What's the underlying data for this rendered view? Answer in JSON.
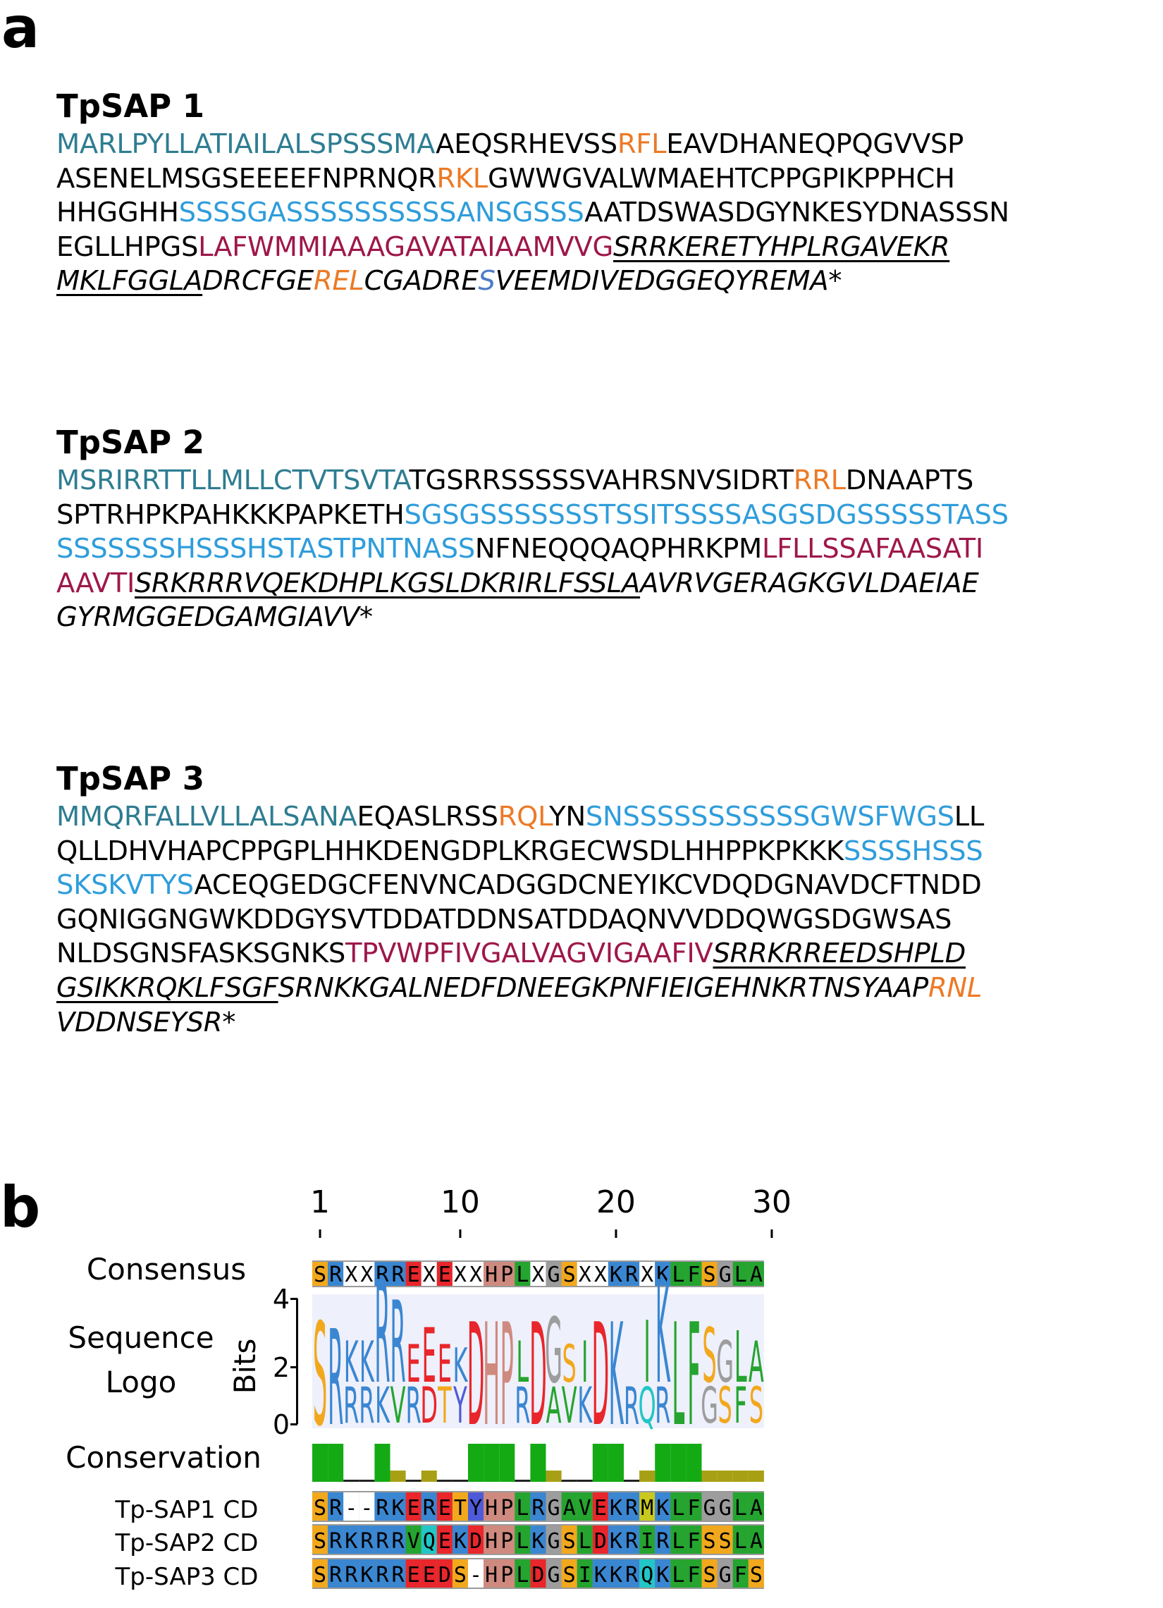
{
  "figure": {
    "panel_a": {
      "label": "a",
      "proteins": [
        {
          "title": "TpSAP 1",
          "lines": [
            [
              [
                "sp",
                "MARLPYLLATIAILALSPSSSMA"
              ],
              [
                "k",
                "AEQSRHEVSS"
              ],
              [
                "mo",
                "RFL"
              ],
              [
                "k",
                "EAVDHANEQPQGVVSP"
              ]
            ],
            [
              [
                "k",
                "ASENELMSGSEEEEFNPRNQR"
              ],
              [
                "mo",
                "RKL"
              ],
              [
                "k",
                "GWWGVALWMAEHTCPPGPIKPPHCH"
              ]
            ],
            [
              [
                "k",
                "HHGGHH"
              ],
              [
                "sr",
                "SSSSGASSSSSSSSSSANSGSSS"
              ],
              [
                "k",
                "AATDSWASDGYNKESYDNASSSN"
              ]
            ],
            [
              [
                "k",
                "EGLLHPGS"
              ],
              [
                "tm",
                "LAFWMMIAAAGAVATAIAAMVVG"
              ],
              [
                "ku",
                "SRRKERETYHPLRGAVEKR"
              ]
            ],
            [
              [
                "ku",
                "MKLFGGLA"
              ],
              [
                "ki",
                "DRCFGE"
              ],
              [
                "moi",
                "REL"
              ],
              [
                "ki",
                "CGADRE"
              ],
              [
                "phi",
                "S"
              ],
              [
                "ki",
                "VEEMDIVEDGGEQYREMA"
              ],
              [
                "k",
                "*"
              ]
            ]
          ]
        },
        {
          "title": "TpSAP 2",
          "lines": [
            [
              [
                "sp",
                "MSRIRRTTLLMLLCTVTSVTA"
              ],
              [
                "k",
                "TGSRRSSSSSVAHRSNVSIDRT"
              ],
              [
                "mo",
                "RRL"
              ],
              [
                "k",
                "DNAAPTS"
              ]
            ],
            [
              [
                "k",
                "SPTRHPKPAHKKKPAPKETH"
              ],
              [
                "sr",
                "SGSGSSSSSSSTSSITSSSSASGSDGSSSSSTASS"
              ]
            ],
            [
              [
                "sr",
                "SSSSSSSHSSSHSTASTPNTNASS"
              ],
              [
                "k",
                "NFNEQQQAQPHRKPM"
              ],
              [
                "tm",
                "LFLLSSAFAASATI"
              ]
            ],
            [
              [
                "tm",
                "AAVTI"
              ],
              [
                "ku",
                "SRKRRRVQEKDHPLKGSLDKRIRLFSSLA"
              ],
              [
                "ki",
                "AVRVGERAGKGVLDAEIAE"
              ]
            ],
            [
              [
                "ki",
                "GYRMGGEDGAMGIAVV"
              ],
              [
                "k",
                "*"
              ]
            ]
          ]
        },
        {
          "title": "TpSAP 3",
          "lines": [
            [
              [
                "sp",
                "MMQRFALLVLLALSANA"
              ],
              [
                "k",
                "EQASLRSS"
              ],
              [
                "mo",
                "RQL"
              ],
              [
                "k",
                "YN"
              ],
              [
                "sr",
                "SNSSSSSSSSSSSGWSFWGS"
              ],
              [
                "k",
                "LL"
              ]
            ],
            [
              [
                "k",
                "QLLDHVHAPCPPGPLHHKDENGDPLKRGECWSDLHHPPKPKKK"
              ],
              [
                "sr",
                "SSSSHSSS"
              ]
            ],
            [
              [
                "sr",
                "SKSKVTYS"
              ],
              [
                "k",
                "ACEQGEDGCFENVNCADGGDCNEYIKCVDQDGNAVDCFTNDD"
              ]
            ],
            [
              [
                "k",
                "GQNIGGNGWKDDGYSVTDDATDDNSATDDAQNVVDDQWGSDGWSAS"
              ]
            ],
            [
              [
                "k",
                "NLDSGNSFASKSGNKS"
              ],
              [
                "tm",
                "TPVWPFIVGALVAGVIGAAFIV"
              ],
              [
                "ku",
                "SRRKRREEDSHPLD"
              ]
            ],
            [
              [
                "ku",
                "GSIKKRQKLFSGF"
              ],
              [
                "ki",
                "SRNKKGALNEDFDNEEGKPNFIEIGEHNKRTNSYAAP"
              ],
              [
                "moi",
                "RNL"
              ]
            ],
            [
              [
                "ki",
                "VDDNSEYSR"
              ],
              [
                "k",
                "*"
              ]
            ]
          ]
        }
      ]
    },
    "panel_b": {
      "label": "b",
      "ruler_ticks": [
        "1",
        "10",
        "20",
        "30"
      ],
      "row_labels": {
        "consensus": "Consensus",
        "logo_line1": "Sequence",
        "logo_line2": "Logo",
        "bits_axis": "Bits",
        "conservation": "Conservation"
      },
      "bits_ticks": [
        "4",
        "2",
        "0"
      ],
      "consensus": "SRXXRREXEXXHPLXGSXXKRXKLFSGLA",
      "logo_top": "SRKKRREEEKDHPLDGSIDKRIKLFSGLA",
      "logo_bottom": [
        "",
        "",
        "R",
        "R",
        "K",
        "V",
        "R",
        "D",
        "T",
        "Y",
        "",
        "",
        "",
        "R",
        "",
        "A",
        "V",
        "K",
        "",
        "",
        "",
        "Q",
        "R",
        "",
        "",
        "G",
        "S",
        "F",
        "S"
      ],
      "logo_colors": {
        "S": "#f2a81d",
        "R": "#3a86d1",
        "K": "#3a86d1",
        "E": "#e8262b",
        "D": "#e8262b",
        "Q": "#22c6c6",
        "H": "#cf8a7f",
        "P": "#cf8a7f",
        "L": "#25a42f",
        "I": "#25a42f",
        "V": "#25a42f",
        "F": "#25a42f",
        "A": "#25a42f",
        "M": "#c8c81e",
        "G": "#9d9d9d",
        "T": "#f2a81d",
        "Y": "#4e5bd8",
        "X": "#ffffff",
        "-": "#ffffff"
      },
      "conservation": [
        2,
        2,
        0,
        0,
        2,
        1,
        0,
        1,
        0,
        0,
        2,
        2,
        2,
        0,
        2,
        1,
        0,
        0,
        2,
        2,
        0,
        1,
        2,
        2,
        2,
        1,
        1,
        1,
        1
      ],
      "alignment": [
        {
          "name": "Tp-SAP1 CD",
          "seq": "SR--RKERETYHPLRGAVEKRMKLFGGLA"
        },
        {
          "name": "Tp-SAP2 CD",
          "seq": "SRKRRRVQEKDHPLKGSLDKRIRLFSSLA"
        },
        {
          "name": "Tp-SAP3 CD",
          "seq": "SRRKRREEDS-HPLDGSIKKRQKLFSGFS"
        }
      ]
    }
  }
}
